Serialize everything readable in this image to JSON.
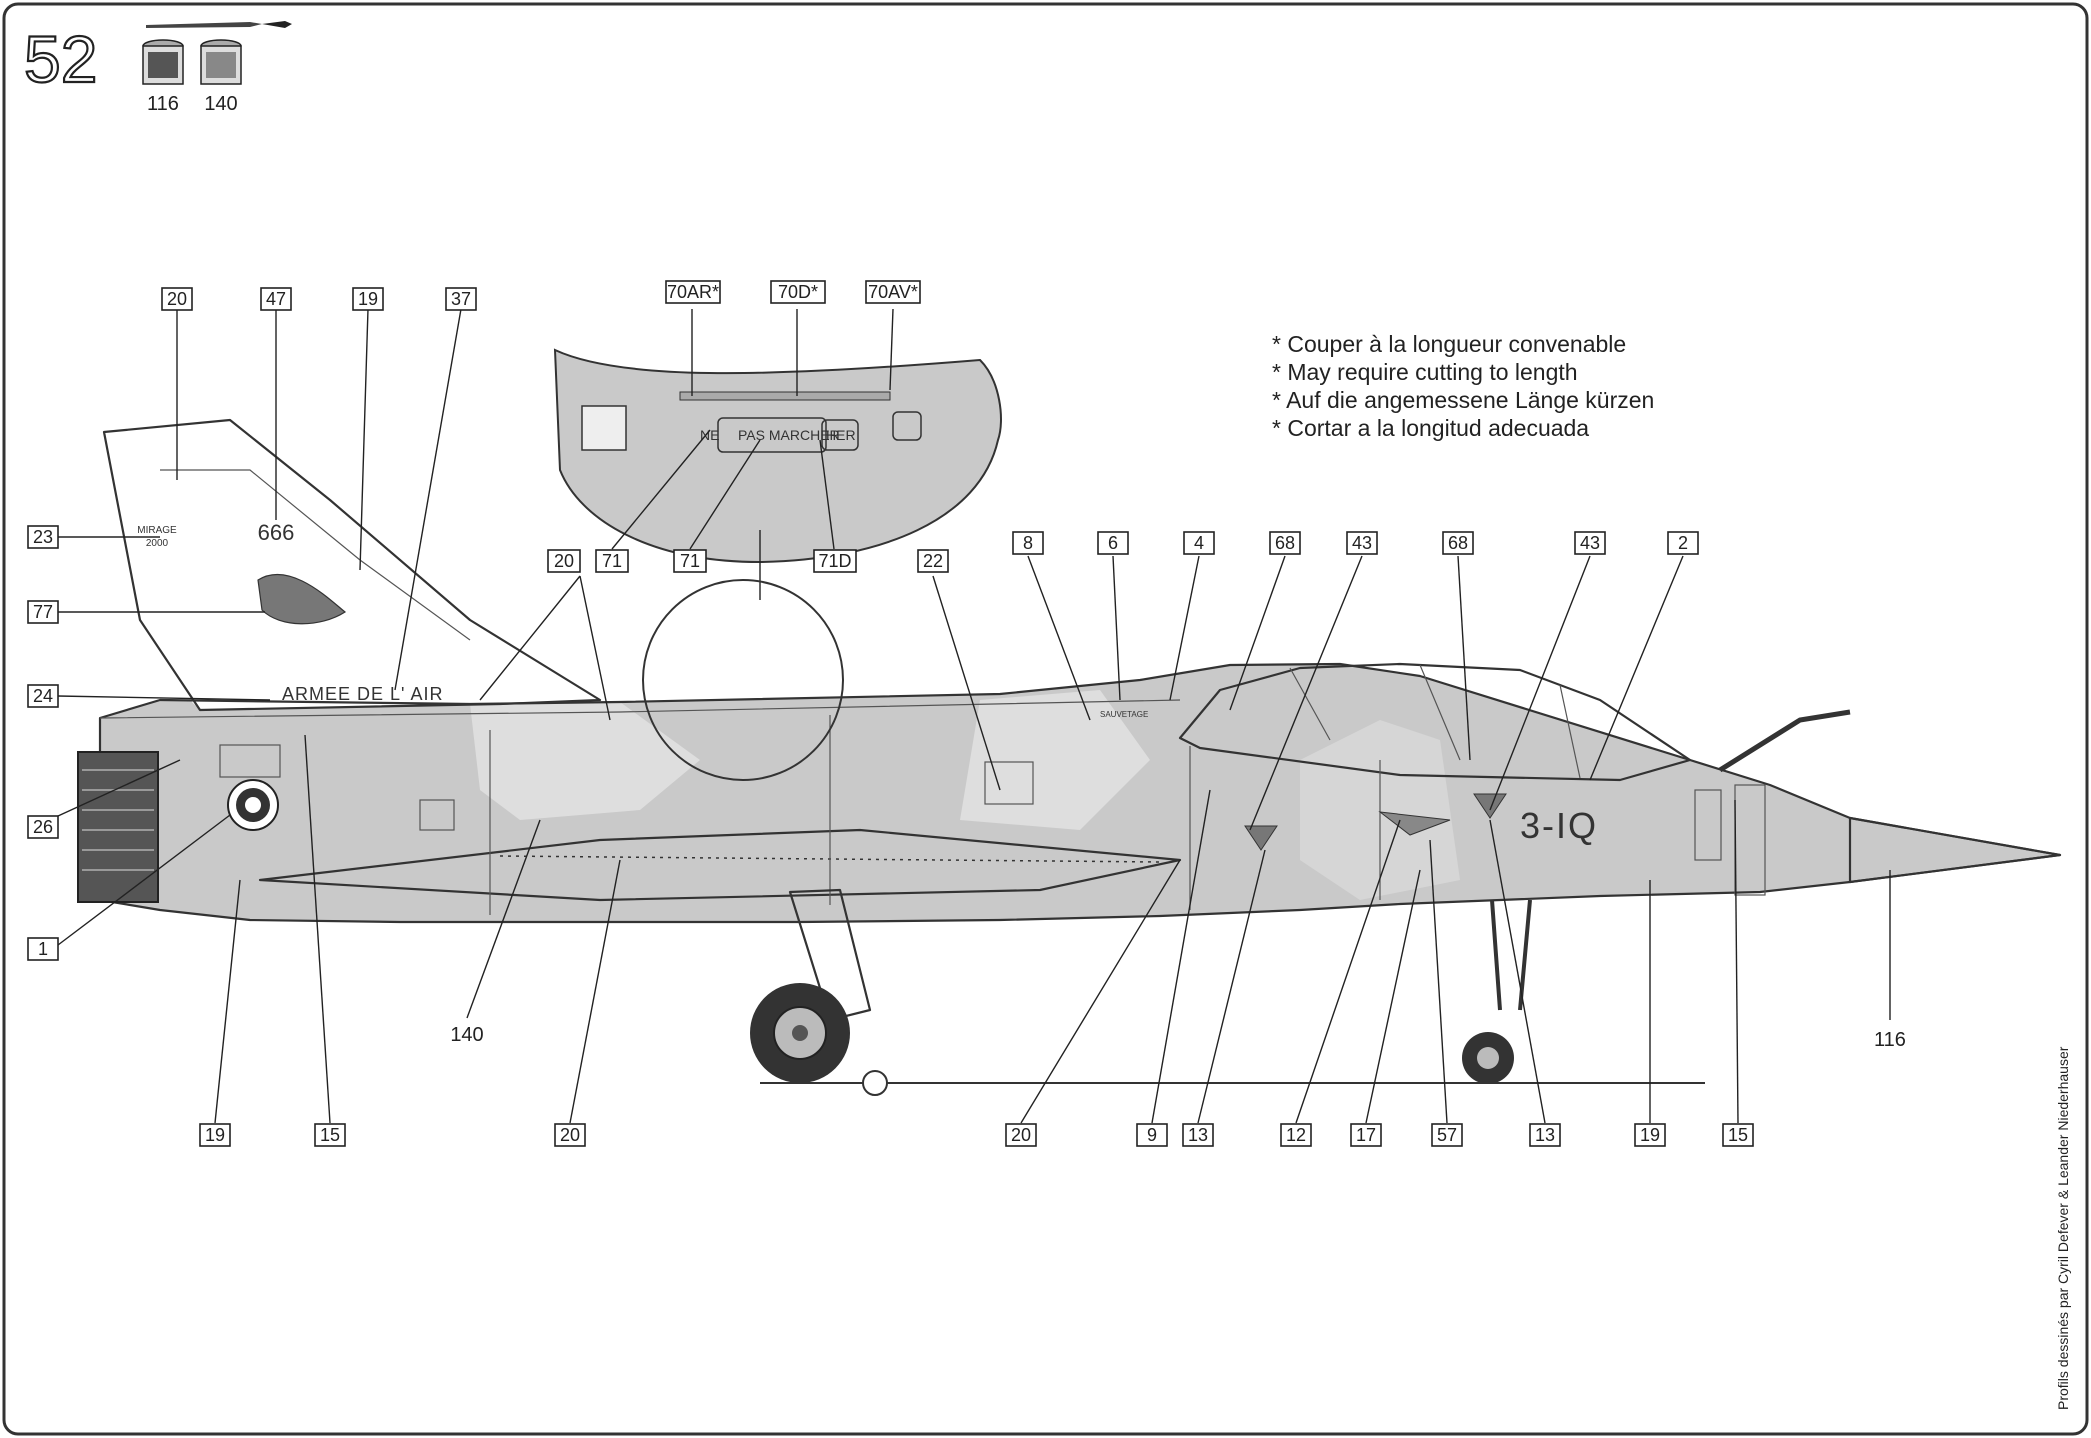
{
  "step": {
    "number": "52"
  },
  "paints": [
    {
      "label": "116"
    },
    {
      "label": "140"
    }
  ],
  "notes": [
    "* Couper à la longueur convenable",
    "* May require cutting to length",
    "* Auf die angemessene Länge kürzen",
    "* Cortar a la longitud adecuada"
  ],
  "markings": {
    "serial": "666",
    "tail_type_line1": "MIRAGE",
    "tail_type_line2": "2000",
    "air_force": "ARMEE DE L' AIR",
    "codes": "3-IQ",
    "walkway_ne": "NE",
    "walkway_pas": "PAS MARCHER",
    "walkway_her": "HER",
    "salvage": "SAUVETAGE"
  },
  "paint_labels": {
    "p140": "140",
    "p116": "116"
  },
  "credit": "Profils dessinés par Cyril Defever & Leander Niederhauser",
  "callouts": {
    "c20a": "20",
    "c47": "47",
    "c19a": "19",
    "c37": "37",
    "c70ar": "70AR*",
    "c70d": "70D*",
    "c70av": "70AV*",
    "c23": "23",
    "c77": "77",
    "c24": "24",
    "c26": "26",
    "c1": "1",
    "c71a": "71",
    "c71b": "71",
    "c71d": "71D",
    "c20b": "20",
    "c22": "22",
    "c8": "8",
    "c6": "6",
    "c4": "4",
    "c68a": "68",
    "c43a": "43",
    "c68b": "68",
    "c43b": "43",
    "c2": "2",
    "b19a": "19",
    "b15a": "15",
    "b20a": "20",
    "b20b": "20",
    "b9": "9",
    "b13a": "13",
    "b12": "12",
    "b17": "17",
    "b57": "57",
    "b13b": "13",
    "b19b": "19",
    "b15b": "15"
  }
}
